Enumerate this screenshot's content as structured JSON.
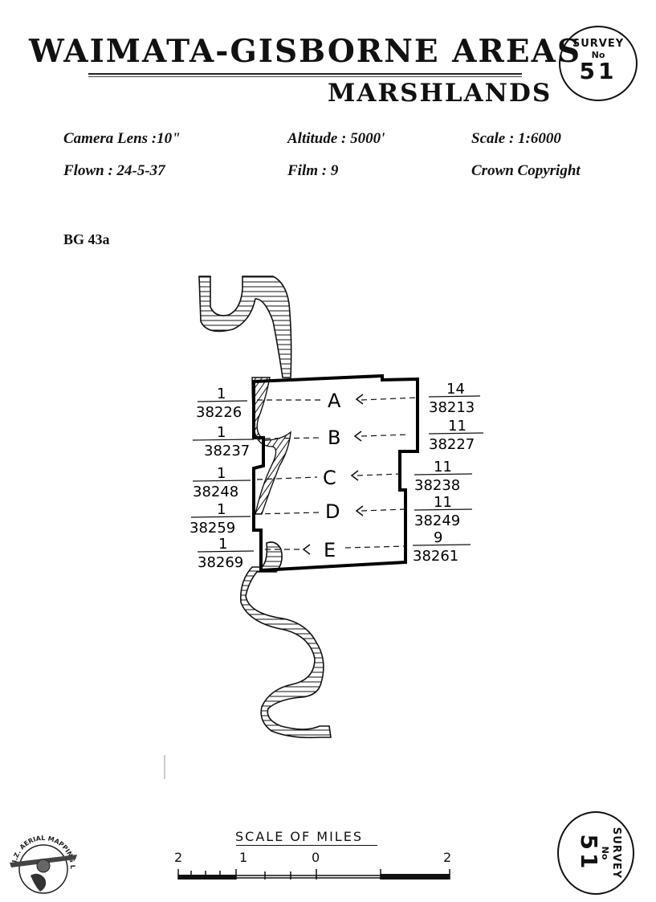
{
  "header": {
    "title_line1": "Waimata-Gisborne Areas",
    "title_line2": "Marshlands",
    "survey_badge": {
      "word": "Survey",
      "no": "No",
      "number": "51"
    }
  },
  "metadata": {
    "camera_lens": "Camera Lens :10\"",
    "altitude": "Altitude : 5000'",
    "scale": "Scale : 1:6000",
    "flown": "Flown : 24-5-37",
    "film": "Film : 9",
    "copyright": "Crown Copyright"
  },
  "reference": "BG 43a",
  "flight_map": {
    "runs": [
      {
        "letter": "A",
        "left_top": "1",
        "left_bottom": "38226",
        "right_top": "14",
        "right_bottom": "38213"
      },
      {
        "letter": "B",
        "left_top": "1",
        "left_bottom": "38237",
        "right_top": "11",
        "right_bottom": "38227"
      },
      {
        "letter": "C",
        "left_top": "1",
        "left_bottom": "38248",
        "right_top": "11",
        "right_bottom": "38238"
      },
      {
        "letter": "D",
        "left_top": "1",
        "left_bottom": "38259",
        "right_top": "11",
        "right_bottom": "38249"
      },
      {
        "letter": "E",
        "left_top": "1",
        "left_bottom": "38269",
        "right_top": "9",
        "right_bottom": "38261"
      }
    ]
  },
  "scale_bar": {
    "title": "Scale of Miles",
    "labels": [
      "2",
      "1",
      "0",
      "2"
    ]
  },
  "footer": {
    "survey_badge": {
      "word": "Survey",
      "no": "No",
      "number": "51"
    },
    "logo_text": "N.Z. AERIAL MAPPING LTD",
    "logo_icon": "aerial-mapping-logo-icon"
  },
  "colors": {
    "ink": "#111111",
    "paper": "#ffffff"
  }
}
